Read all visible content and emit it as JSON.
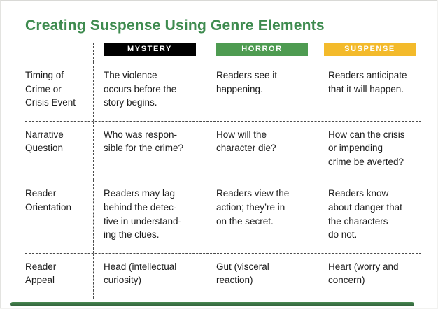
{
  "page": {
    "title": "Creating Suspense Using Genre Elements",
    "colors": {
      "title_green": "#3e8b4f",
      "mystery_badge": "#000000",
      "horror_badge": "#4e9b51",
      "suspense_badge": "#f3ba2b",
      "bottom_edge_green": "#2f5e38"
    }
  },
  "table": {
    "columns": [
      {
        "label": "MYSTERY"
      },
      {
        "label": "HORROR"
      },
      {
        "label": "SUSPENSE"
      }
    ],
    "rows": [
      {
        "label": "Timing of\nCrime or\nCrisis Event",
        "cells": [
          "The violence\noccurs before the\nstory begins.",
          "Readers see it\nhappening.",
          "Readers anticipate\nthat it will happen."
        ]
      },
      {
        "label": "Narrative\nQuestion",
        "cells": [
          "Who was respon-\nsible for the crime?",
          "How will the\ncharacter die?",
          "How can the crisis\nor impending\ncrime be averted?"
        ]
      },
      {
        "label": "Reader\nOrientation",
        "cells": [
          "Readers may lag\nbehind the detec-\ntive in understand-\ning the clues.",
          "Readers view the\naction; they’re in\non the secret.",
          "Readers know\nabout danger that\nthe characters\ndo not."
        ]
      },
      {
        "label": "Reader\nAppeal",
        "cells": [
          "Head (intellectual\ncuriosity)",
          "Gut (visceral\nreaction)",
          "Heart (worry and\nconcern)"
        ]
      }
    ]
  }
}
